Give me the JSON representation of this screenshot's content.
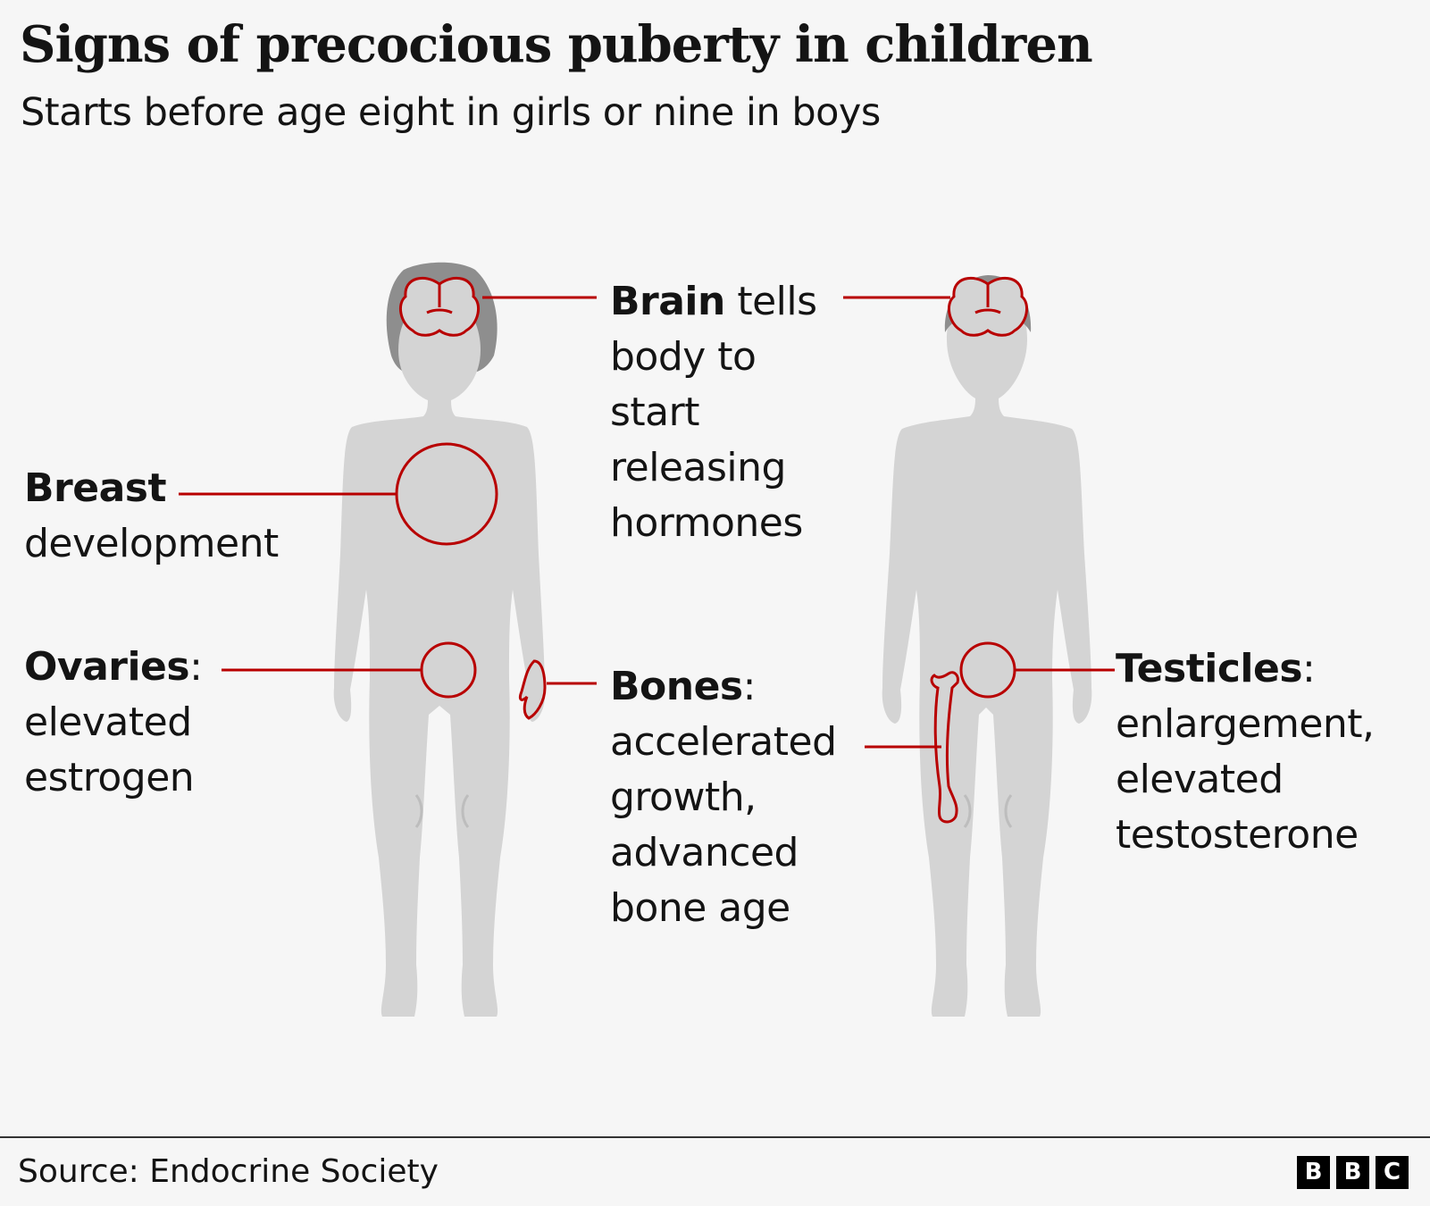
{
  "header": {
    "title": "Signs of precocious puberty in children",
    "subtitle": "Starts before age eight in girls or nine in boys"
  },
  "labels": {
    "brain": {
      "bold": "Brain",
      "rest": " tells",
      "lines": [
        "body to",
        "start",
        "releasing",
        "hormones"
      ]
    },
    "breast": {
      "bold": "Breast",
      "lines": [
        "development"
      ]
    },
    "ovaries": {
      "bold": "Ovaries",
      "rest": ":",
      "lines": [
        "elevated",
        "estrogen"
      ]
    },
    "bones": {
      "bold": "Bones",
      "rest": ":",
      "lines": [
        "accelerated",
        "growth,",
        "advanced",
        "bone age"
      ]
    },
    "testicles": {
      "bold": "Testicles",
      "rest": ":",
      "lines": [
        "enlargement,",
        "elevated",
        "testosterone"
      ]
    }
  },
  "footer": {
    "source": "Source: Endocrine Society",
    "logo_letters": [
      "B",
      "B",
      "C"
    ]
  },
  "colors": {
    "highlight": "#b80000",
    "silhouette": "#d4d4d4",
    "hair": "#8e8e8e",
    "background": "#f6f6f6"
  }
}
